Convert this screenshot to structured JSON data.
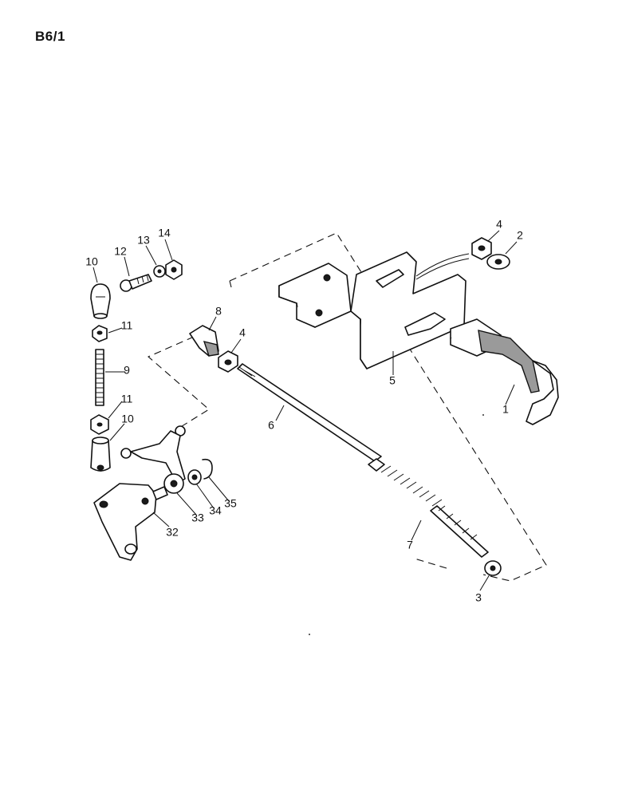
{
  "page_title": "B6/1",
  "callouts": {
    "c1": "1",
    "c2": "2",
    "c3": "3",
    "c4a": "4",
    "c4b": "4",
    "c5": "5",
    "c6": "6",
    "c7": "7",
    "c8": "8",
    "c9": "9",
    "c10a": "10",
    "c10b": "10",
    "c11a": "11",
    "c11b": "11",
    "c12": "12",
    "c13": "13",
    "c14": "14",
    "c32": "32",
    "c33": "33",
    "c34": "34",
    "c35": "35"
  }
}
